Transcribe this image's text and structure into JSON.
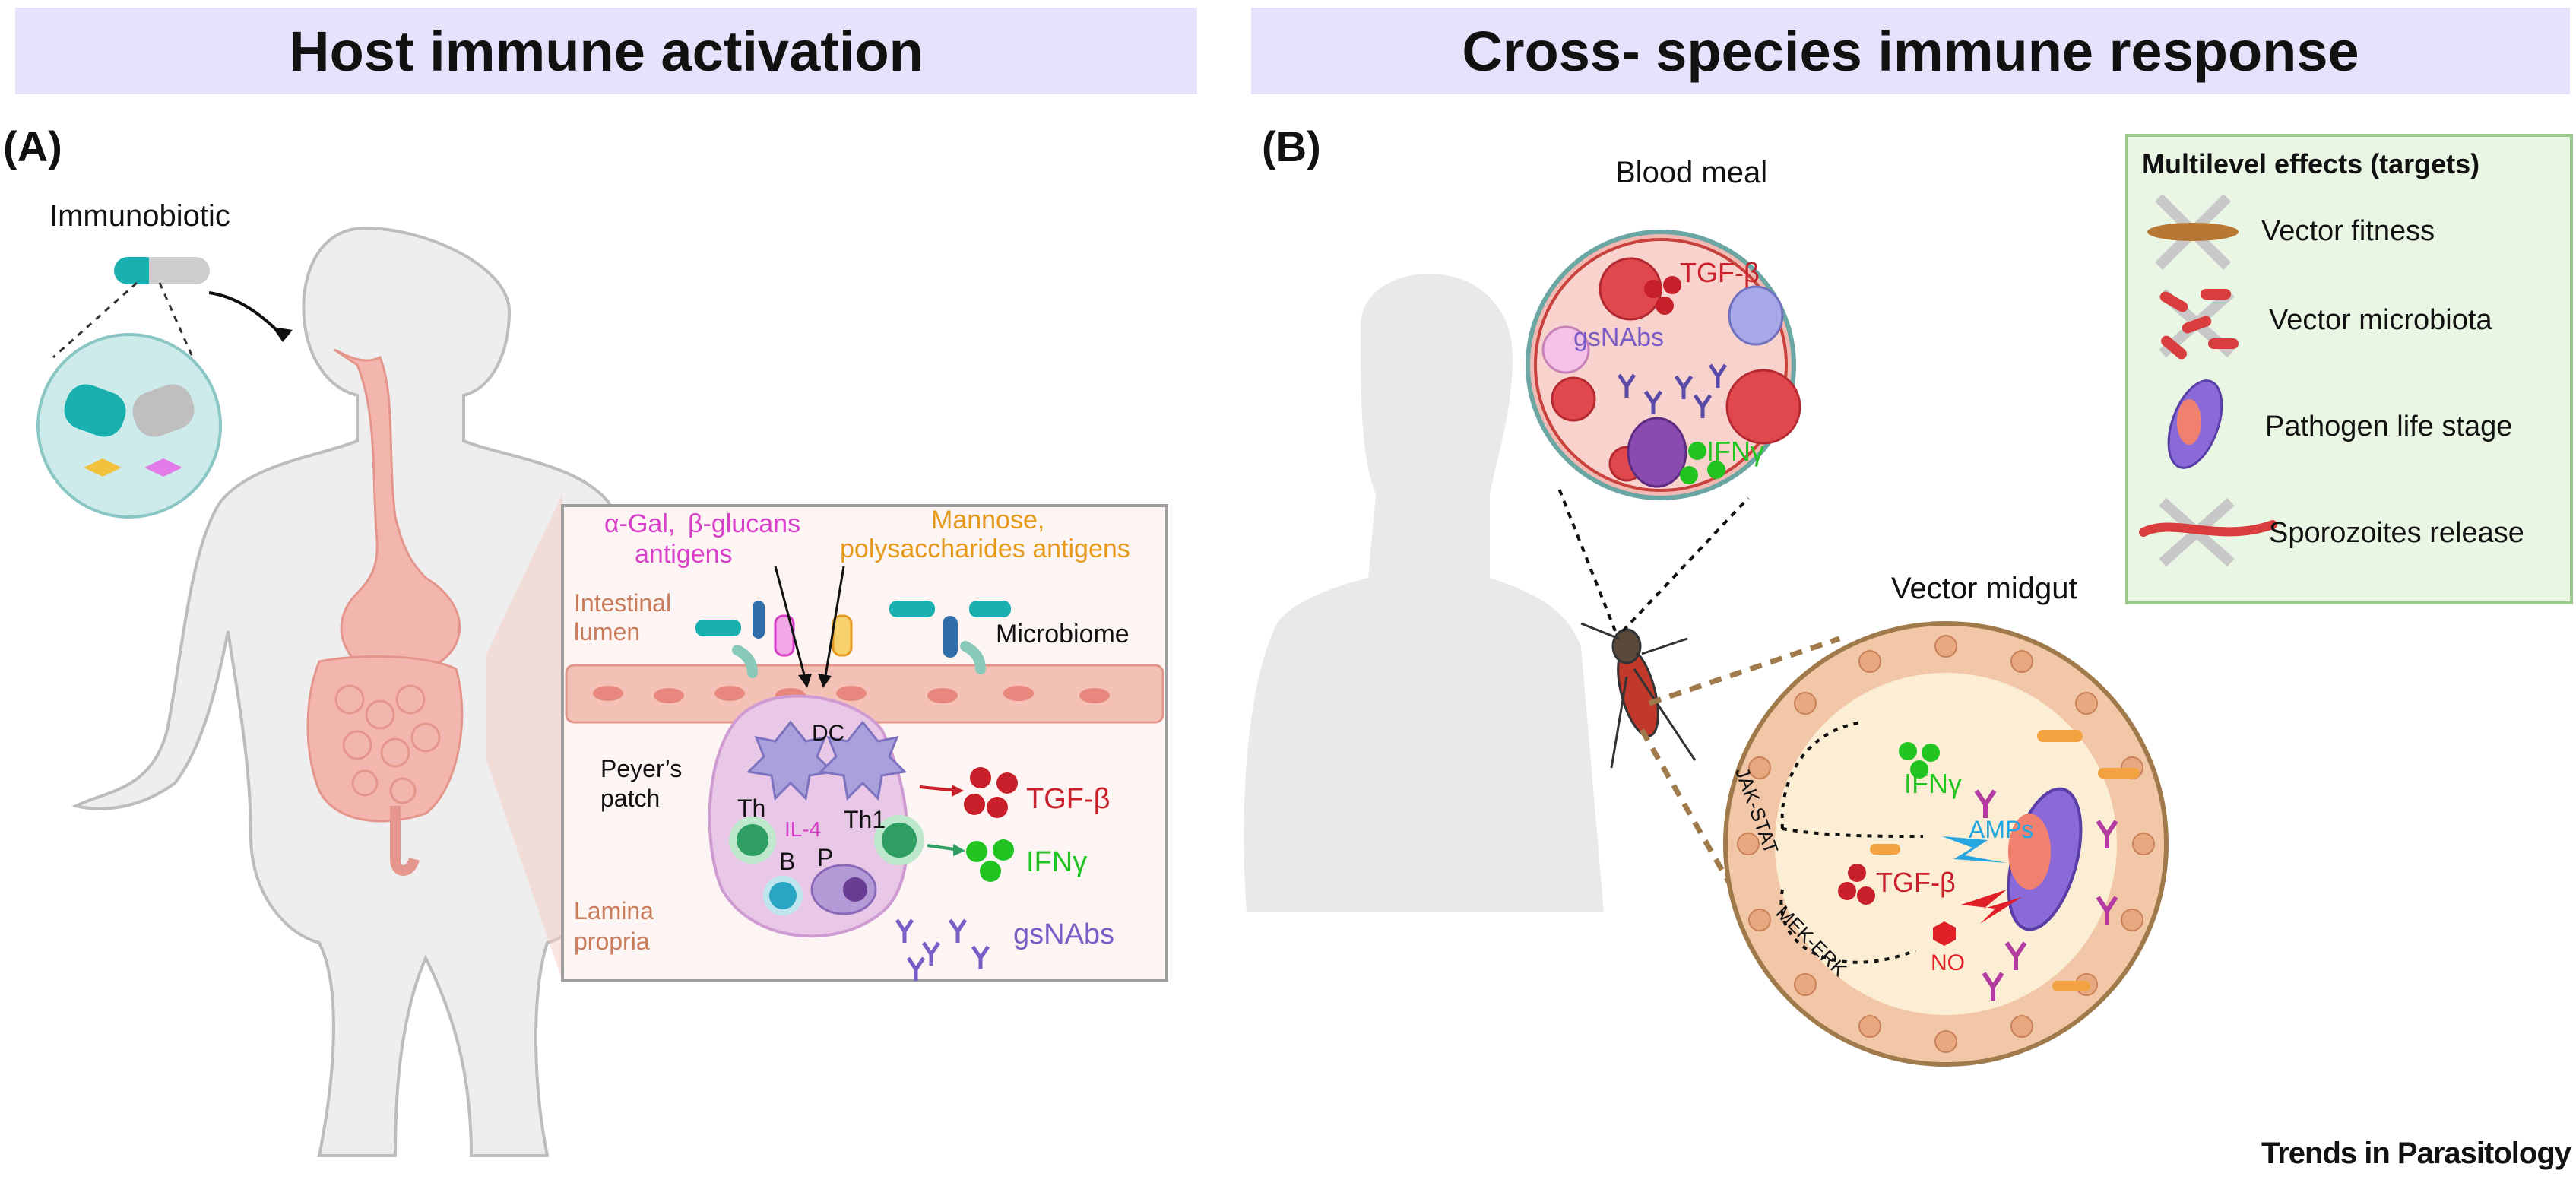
{
  "panel_a": {
    "banner": "Host immune activation",
    "panel_label": "(A)",
    "immunobiotic": "Immunobiotic",
    "antigens_left_1": "α-Gal,",
    "antigens_left_2": "β-glucans",
    "antigens_left_3": "antigens",
    "antigens_right_1": "Mannose,",
    "antigens_right_2": "polysaccharides antigens",
    "intestinal_1": "Intestinal",
    "intestinal_2": "lumen",
    "microbiome": "Microbiome",
    "dc": "DC",
    "peyers_1": "Peyer’s",
    "peyers_2": "patch",
    "th": "Th",
    "th1": "Th1",
    "il4": "IL-4",
    "b": "B",
    "p": "P",
    "tgf": "TGF-β",
    "ifn": "IFNγ",
    "gsnabs": "gsNAbs",
    "lamina_1": "Lamina",
    "lamina_2": "propria"
  },
  "panel_b": {
    "banner": "Cross- species immune  response",
    "panel_label": "(B)",
    "blood_meal": "Blood meal",
    "bm_tgf": "TGF-β",
    "bm_gsnabs": "gsNAbs",
    "bm_ifn": "IFNγ",
    "vector_midgut": "Vector midgut",
    "jak": "JAK-STAT",
    "mek": "MEK-ERK",
    "mg_ifn": "IFNγ",
    "amps": "AMPs",
    "mg_tgf": "TGF-β",
    "no": "NO",
    "legend": {
      "title": "Multilevel effects (targets)",
      "items": [
        "Vector fitness",
        "Vector microbiota",
        "Pathogen life stage",
        "Sporozoites release"
      ]
    }
  },
  "footer": {
    "journal": "Trends in Parasitology"
  },
  "colors": {
    "banner": "#e6e2fb",
    "tgf": "#c8202a",
    "ifn": "#21c421",
    "gsnabs": "#7a5cc6",
    "antigen_left": "#d63fc8",
    "antigen_right": "#e69a1c",
    "lumen_text": "#c97c5b",
    "midgut_border": "#a07a4a"
  }
}
